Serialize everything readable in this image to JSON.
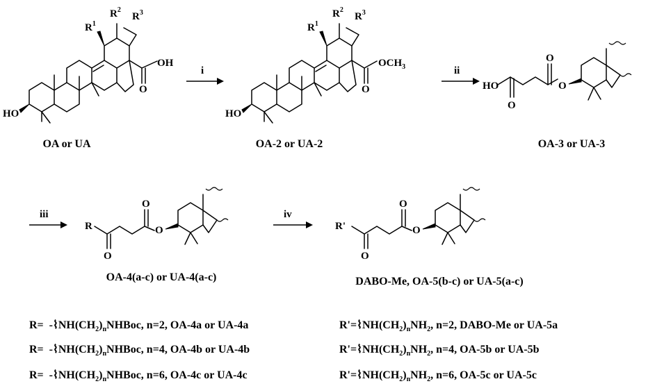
{
  "compounds": {
    "c1": {
      "caption": "OA or UA",
      "r1": "R",
      "r1sup": "1",
      "r2": "R",
      "r2sup": "2",
      "r3": "R",
      "r3sup": "3",
      "oh": "OH",
      "ho": "HO",
      "o": "O"
    },
    "c2": {
      "caption": "OA-2 or UA-2",
      "r1": "R",
      "r1sup": "1",
      "r2": "R",
      "r2sup": "2",
      "r3": "R",
      "r3sup": "3",
      "och3": "OCH",
      "och3sub": "3",
      "ho": "HO",
      "o": "O"
    },
    "c3": {
      "caption": "OA-3 or UA-3",
      "ho": "HO",
      "o1": "O",
      "o2": "O",
      "o3": "O"
    },
    "c4": {
      "caption": "OA-4(a-c) or UA-4(a-c)",
      "r": "R",
      "o1": "O",
      "o2": "O",
      "o3": "O"
    },
    "c5": {
      "caption": "DABO-Me, OA-5(b-c) or UA-5(a-c)",
      "r": "R'",
      "o1": "O",
      "o2": "O",
      "o3": "O"
    }
  },
  "steps": {
    "i": "i",
    "ii": "ii",
    "iii": "iii",
    "iv": "iv"
  },
  "definitions": {
    "left": [
      {
        "prefix": "R= ",
        "nh": "NH(CH",
        "sub2": "2",
        "close": ")",
        "n": "n",
        "rest": "NHBoc, n=2, OA-4a or UA-4a"
      },
      {
        "prefix": "R= ",
        "nh": "NH(CH",
        "sub2": "2",
        "close": ")",
        "n": "n",
        "rest": "NHBoc, n=4, OA-4b or UA-4b"
      },
      {
        "prefix": "R= ",
        "nh": "NH(CH",
        "sub2": "2",
        "close": ")",
        "n": "n",
        "rest": "NHBoc, n=6, OA-4c or UA-4c"
      }
    ],
    "right": [
      {
        "prefix": "R'=",
        "nh": "NH(CH",
        "sub2": "2",
        "close": ")",
        "n": "n",
        "nh2": "NH",
        "sub22": "2",
        "rest": ", n=2, DABO-Me or UA-5a"
      },
      {
        "prefix": "R'=",
        "nh": "NH(CH",
        "sub2": "2",
        "close": ")",
        "n": "n",
        "nh2": "NH",
        "sub22": "2",
        "rest": ", n=4, OA-5b or UA-5b"
      },
      {
        "prefix": "R'=",
        "nh": "NH(CH",
        "sub2": "2",
        "close": ")",
        "n": "n",
        "nh2": "NH",
        "sub22": "2",
        "rest": ", n=6, OA-5c or UA-5c"
      }
    ]
  }
}
